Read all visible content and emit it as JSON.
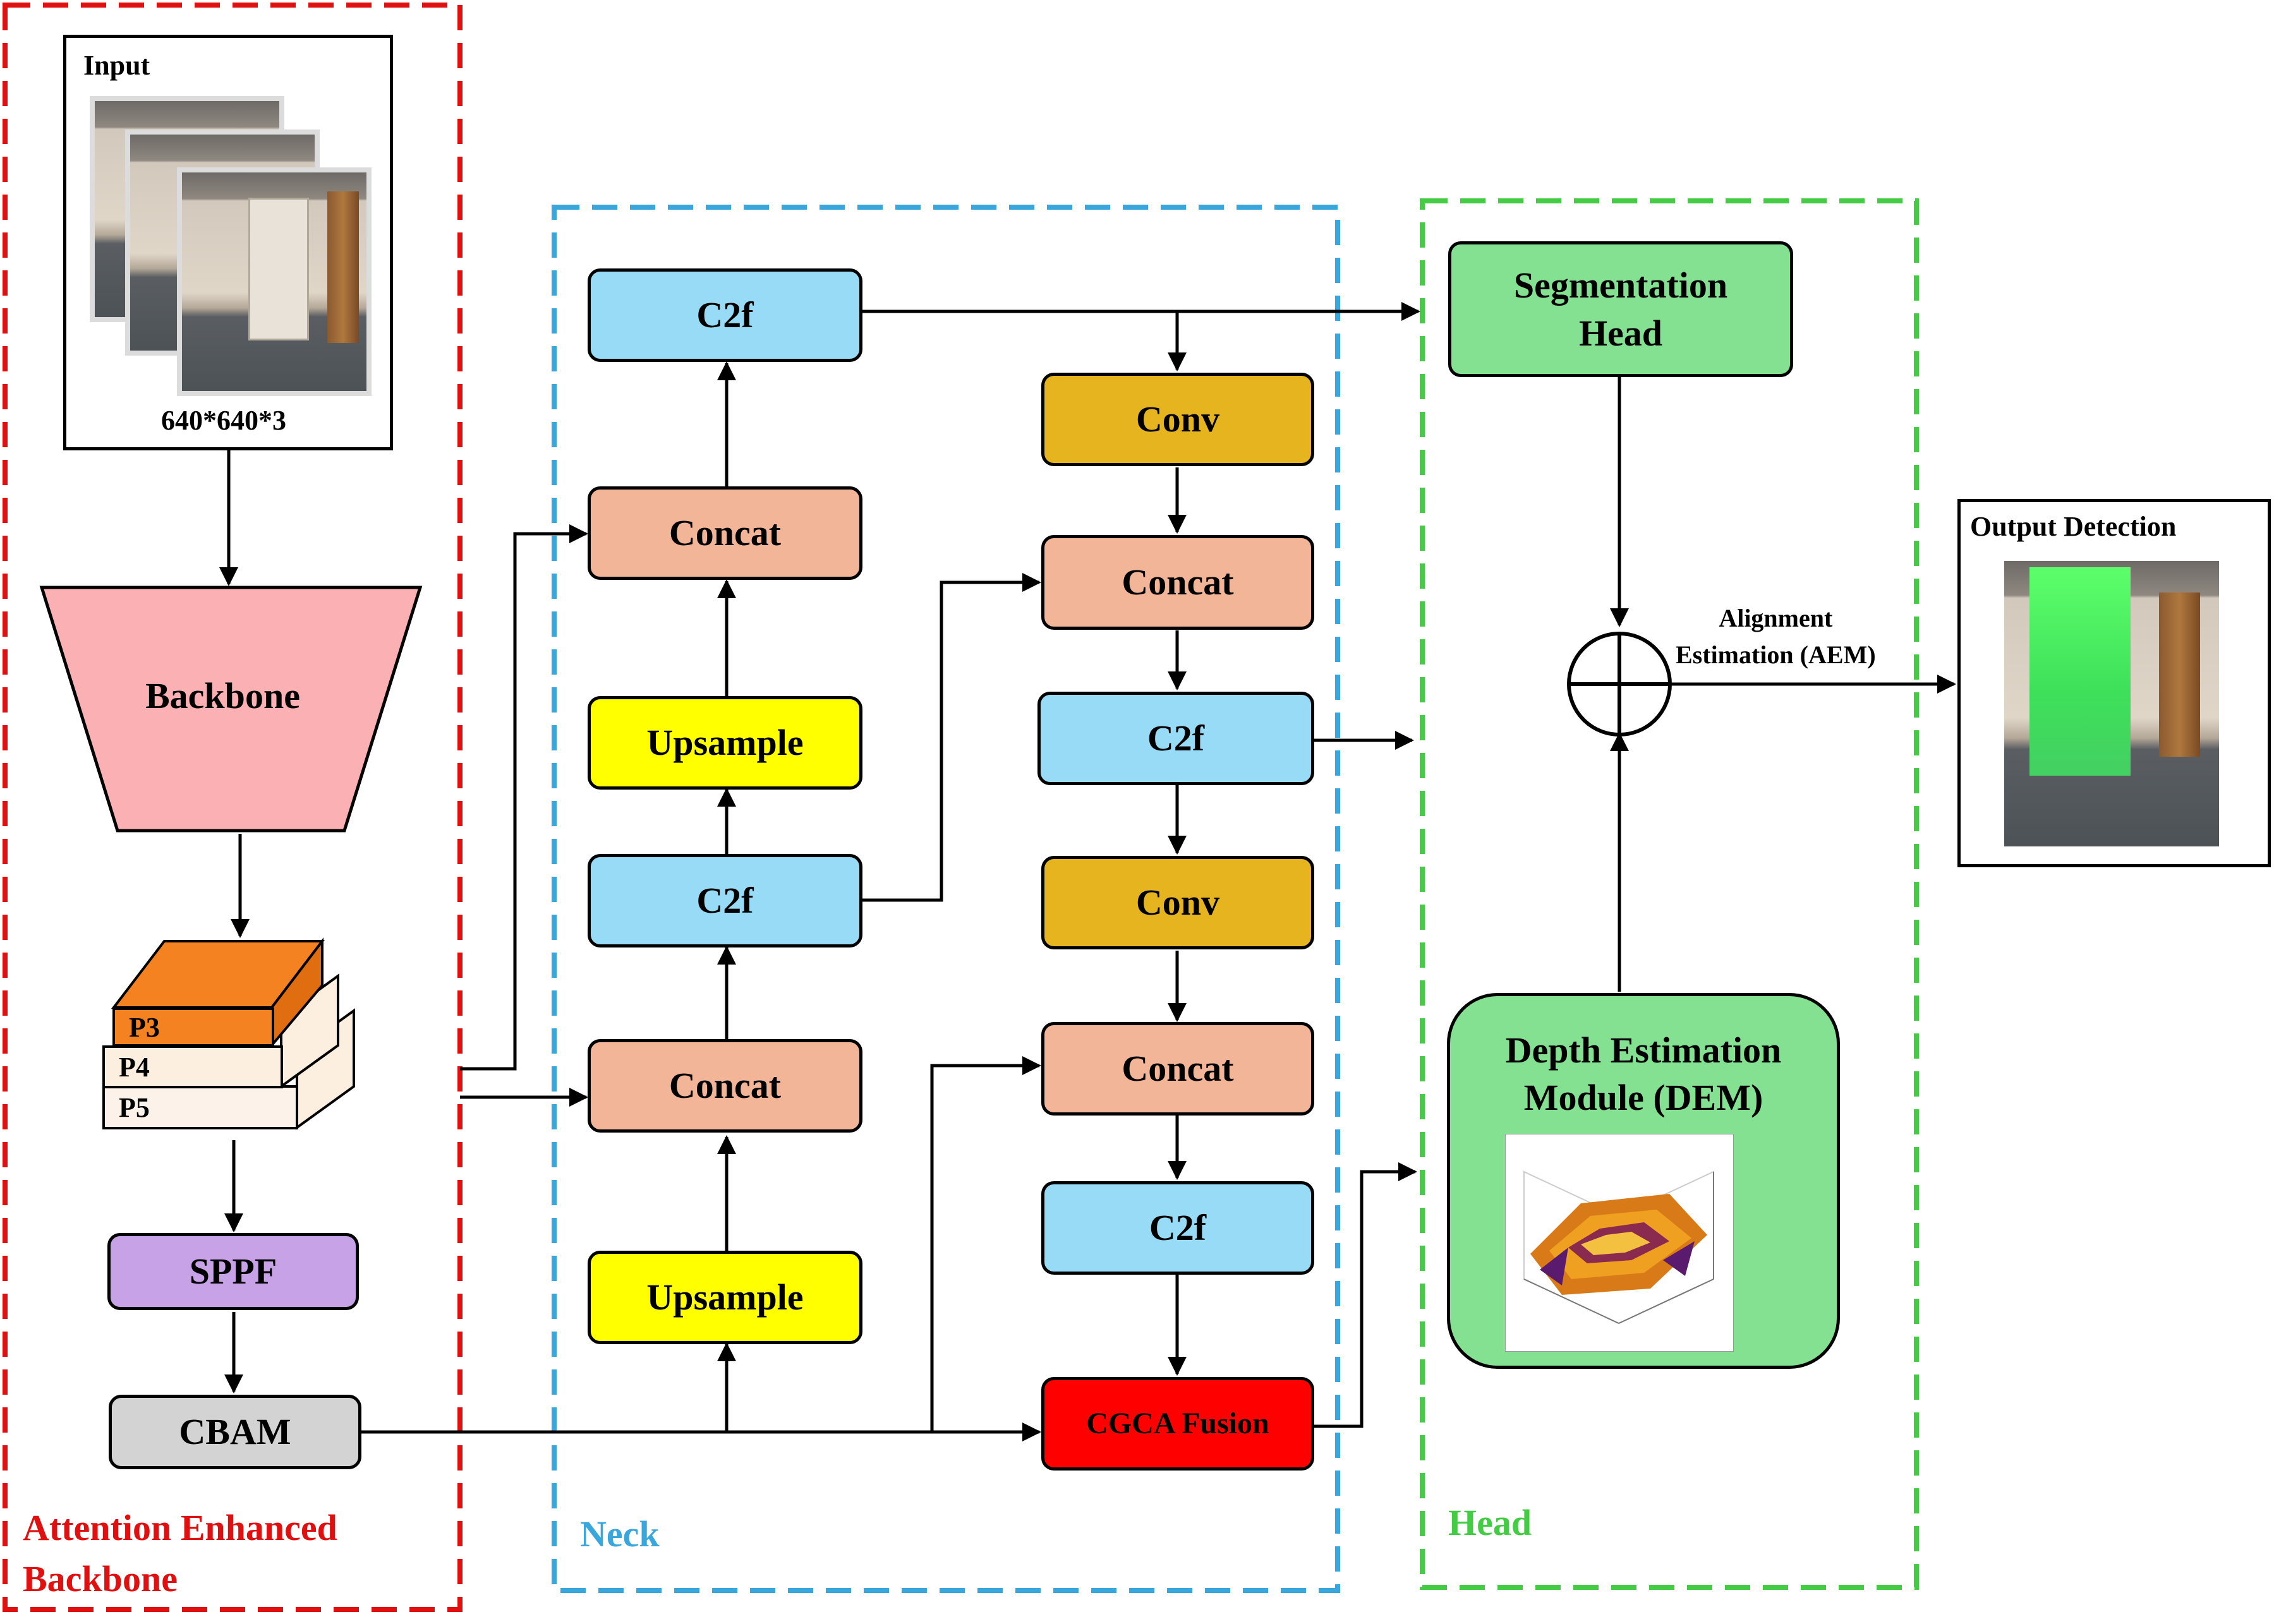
{
  "backbone_region": {
    "title_line1": "Attention Enhanced",
    "title_line2": "Backbone",
    "color": "#e01010",
    "input_label": "Input",
    "input_size": "640*640*3",
    "backbone_label": "Backbone",
    "feature_levels": [
      "P3",
      "P4",
      "P5"
    ],
    "sppf_label": "SPPF",
    "cbam_label": "CBAM"
  },
  "neck_region": {
    "title": "Neck",
    "color": "#3aa7dc",
    "left_column": [
      "C2f",
      "Concat",
      "Upsample",
      "C2f",
      "Concat",
      "Upsample"
    ],
    "right_column": [
      "Conv",
      "Concat",
      "C2f",
      "Conv",
      "Concat",
      "C2f"
    ],
    "fusion_label": "CGCA Fusion"
  },
  "head_region": {
    "title": "Head",
    "color": "#44cc44",
    "segmentation_head": "Segmentation Head",
    "dem_line1": "Depth Estimation",
    "dem_line2": "Module (DEM)",
    "alignment_line1": "Alignment",
    "alignment_line2": "Estimation (AEM)"
  },
  "output": {
    "title": "Output Detection"
  },
  "colors": {
    "c2f": "#97dbf7",
    "concat": "#f2b597",
    "upsample": "#ffff00",
    "conv": "#e6b41e",
    "cgca": "#ff0000",
    "sppf": "#c8a2e6",
    "cbam": "#d3d3d3",
    "backbone": "#fbb0b4",
    "head_box": "#83e191",
    "p3": "#f58220"
  }
}
